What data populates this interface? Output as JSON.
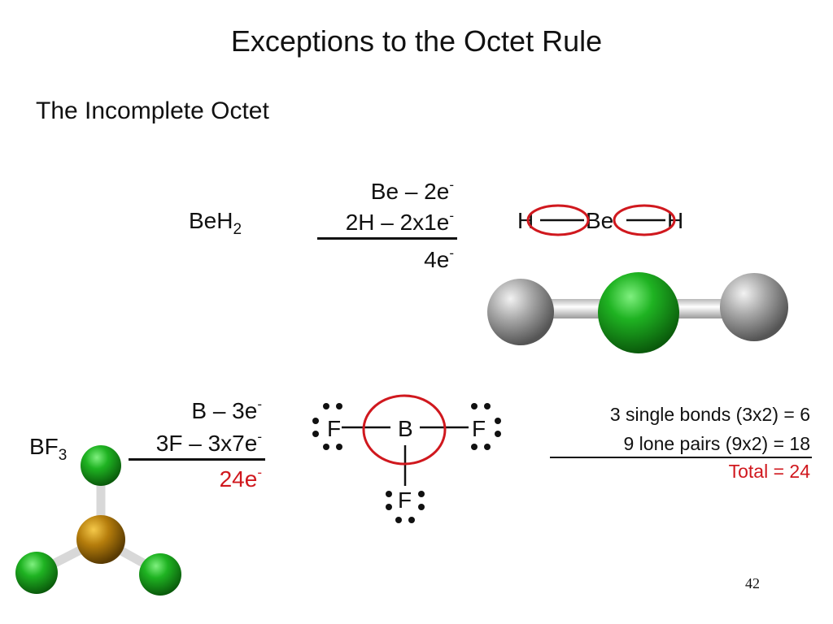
{
  "slide": {
    "title": "Exceptions to the Octet Rule",
    "subtitle": "The Incomplete Octet",
    "page_number": "42"
  },
  "beh2": {
    "formula_main": "BeH",
    "formula_sub": "2",
    "count_line1_main": "Be – 2e",
    "count_line1_sup": "-",
    "count_line2_main": "2H – 2x1e",
    "count_line2_sup": "-",
    "count_total_main": "4e",
    "count_total_sup": "-",
    "lewis_left_atom": "H",
    "lewis_center_atom": "Be",
    "lewis_right_atom": "H"
  },
  "bf3": {
    "formula_main": "BF",
    "formula_sub": "3",
    "count_line1_main": "B – 3e",
    "count_line1_sup": "-",
    "count_line2_main": "3F – 3x7e",
    "count_line2_sup": "-",
    "count_total_main": "24e",
    "count_total_sup": "-",
    "lewis_center_atom": "B",
    "lewis_left_atom": "F",
    "lewis_right_atom": "F",
    "lewis_bottom_atom": "F"
  },
  "electron_table": {
    "row1": "3 single bonds (3x2) =   6",
    "row2": "9 lone pairs (9x2) = 18",
    "total": "Total = 24"
  },
  "colors": {
    "highlight_red": "#d0181e",
    "beryllium_green": "#1faf22",
    "hydrogen_gray": "#9a9a9a",
    "fluorine_green": "#1faf22",
    "boron_brown": "#b57d0c"
  }
}
